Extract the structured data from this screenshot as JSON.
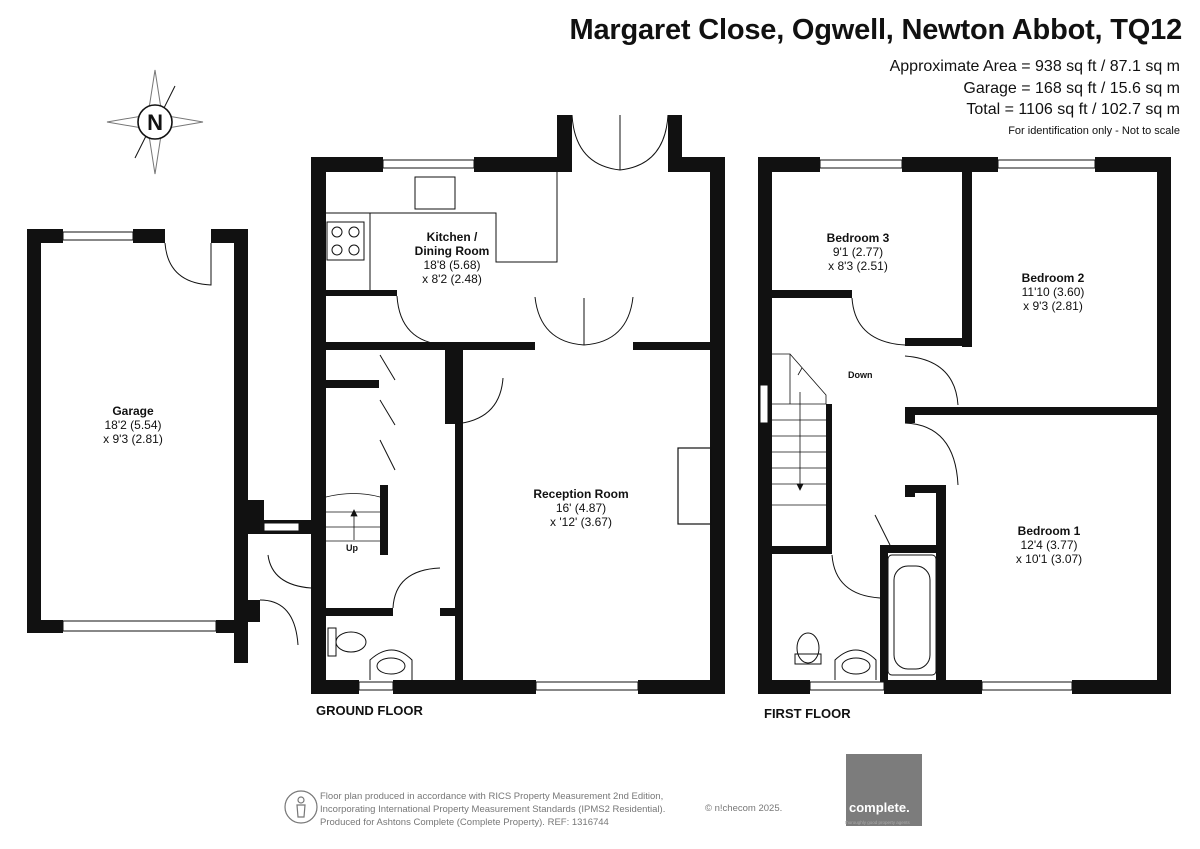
{
  "header": {
    "title": "Margaret Close, Ogwell, Newton Abbot, TQ12",
    "area_lines": [
      "Approximate Area = 938 sq ft / 87.1 sq m",
      "Garage = 168 sq ft / 15.6 sq m",
      "Total = 1106 sq ft / 102.7 sq m"
    ],
    "note": "For identification only - Not to scale"
  },
  "compass": {
    "letter": "N",
    "icon": "compass-rose-icon"
  },
  "floors": {
    "ground": {
      "label": "GROUND FLOOR"
    },
    "first": {
      "label": "FIRST FLOOR"
    }
  },
  "rooms": {
    "garage": {
      "name": "Garage",
      "dim1": "18'2 (5.54)",
      "dim2": "x 9'3 (2.81)"
    },
    "kitchen": {
      "name1": "Kitchen /",
      "name2": "Dining Room",
      "dim1": "18'8 (5.68)",
      "dim2": "x 8'2 (2.48)"
    },
    "reception": {
      "name": "Reception Room",
      "dim1": "16' (4.87)",
      "dim2": "x '12' (3.67)"
    },
    "bedroom3": {
      "name": "Bedroom 3",
      "dim1": "9'1 (2.77)",
      "dim2": "x 8'3 (2.51)"
    },
    "bedroom2": {
      "name": "Bedroom 2",
      "dim1": "11'10 (3.60)",
      "dim2": "x 9'3 (2.81)"
    },
    "bedroom1": {
      "name": "Bedroom 1",
      "dim1": "12'4 (3.77)",
      "dim2": "x 10'1 (3.07)"
    }
  },
  "stairs": {
    "up": "Up",
    "down": "Down"
  },
  "footer": {
    "lines": [
      "Floor plan produced in accordance with RICS Property Measurement 2nd Edition,",
      "Incorporating International Property Measurement Standards (IPMS2 Residential).",
      "Produced for Ashtons Complete (Complete Property).   REF:  1316744"
    ],
    "copyright": "© n!checom 2025.",
    "icon": "person-info-icon"
  },
  "brand": {
    "name": "complete.",
    "tagline": "thoroughly good property agents",
    "color": "#7c7c7c"
  },
  "colors": {
    "wall": "#111111"
  }
}
